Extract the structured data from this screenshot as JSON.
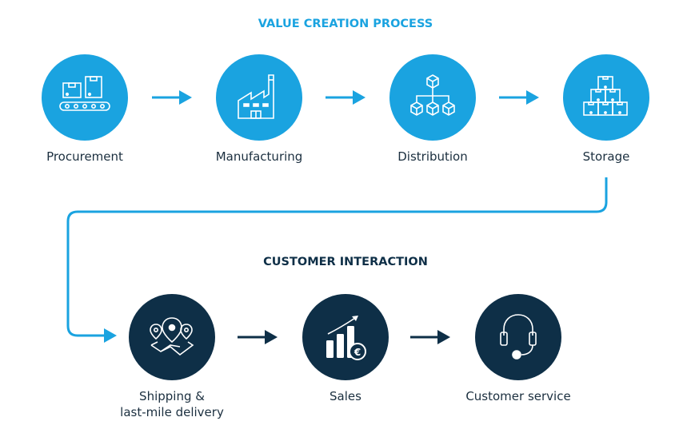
{
  "colors": {
    "process_blue": "#1aa3e0",
    "customer_navy": "#0e2f47",
    "icon_white": "#ffffff",
    "label_text": "#1b2f3f"
  },
  "sections": {
    "value_creation": {
      "title": "VALUE CREATION PROCESS",
      "steps": [
        {
          "label": "Procurement",
          "icon": "conveyor-boxes-icon"
        },
        {
          "label": "Manufacturing",
          "icon": "factory-icon"
        },
        {
          "label": "Distribution",
          "icon": "distribution-network-icon"
        },
        {
          "label": "Storage",
          "icon": "stacked-boxes-icon"
        }
      ]
    },
    "customer_interaction": {
      "title": "CUSTOMER INTERACTION",
      "steps": [
        {
          "label": "Shipping &\nlast-mile delivery",
          "label_line1": "Shipping &",
          "label_line2": "last-mile delivery",
          "icon": "map-pins-icon"
        },
        {
          "label": "Sales",
          "icon": "sales-growth-euro-icon"
        },
        {
          "label": "Customer service",
          "icon": "headset-icon"
        }
      ]
    }
  }
}
